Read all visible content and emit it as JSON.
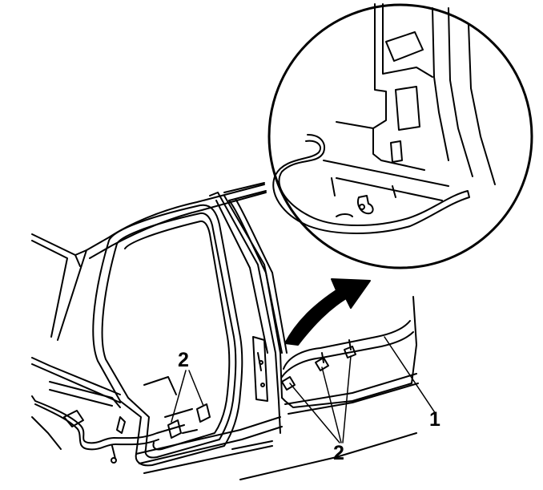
{
  "diagram": {
    "callouts": [
      {
        "id": "callout-1",
        "label": "1"
      },
      {
        "id": "callout-2-left",
        "label": "2"
      },
      {
        "id": "callout-2-right",
        "label": "2"
      }
    ],
    "colors": {
      "line": "#000000",
      "background": "#ffffff"
    }
  }
}
